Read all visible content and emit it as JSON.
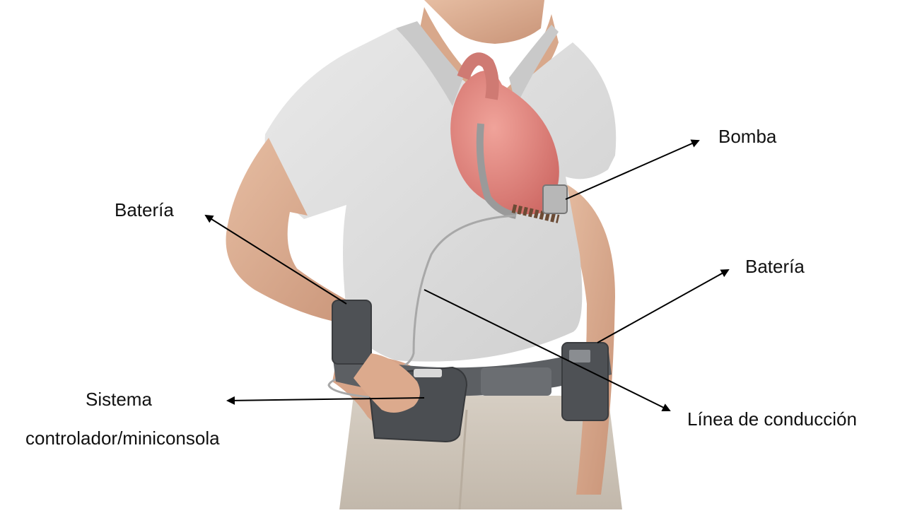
{
  "labels": {
    "bomba": "Bomba",
    "bateria_left": "Batería",
    "bateria_right": "Batería",
    "sistema_line1": "Sistema",
    "sistema_line2": "controlador/miniconsola",
    "linea": "Línea de conducción"
  },
  "colors": {
    "shirt": "#dcdcdc",
    "skin": "#d9ab8f",
    "pants": "#cfc6ba",
    "belt": "#55585c",
    "heart": "#e0837c",
    "arrow": "#000000"
  }
}
